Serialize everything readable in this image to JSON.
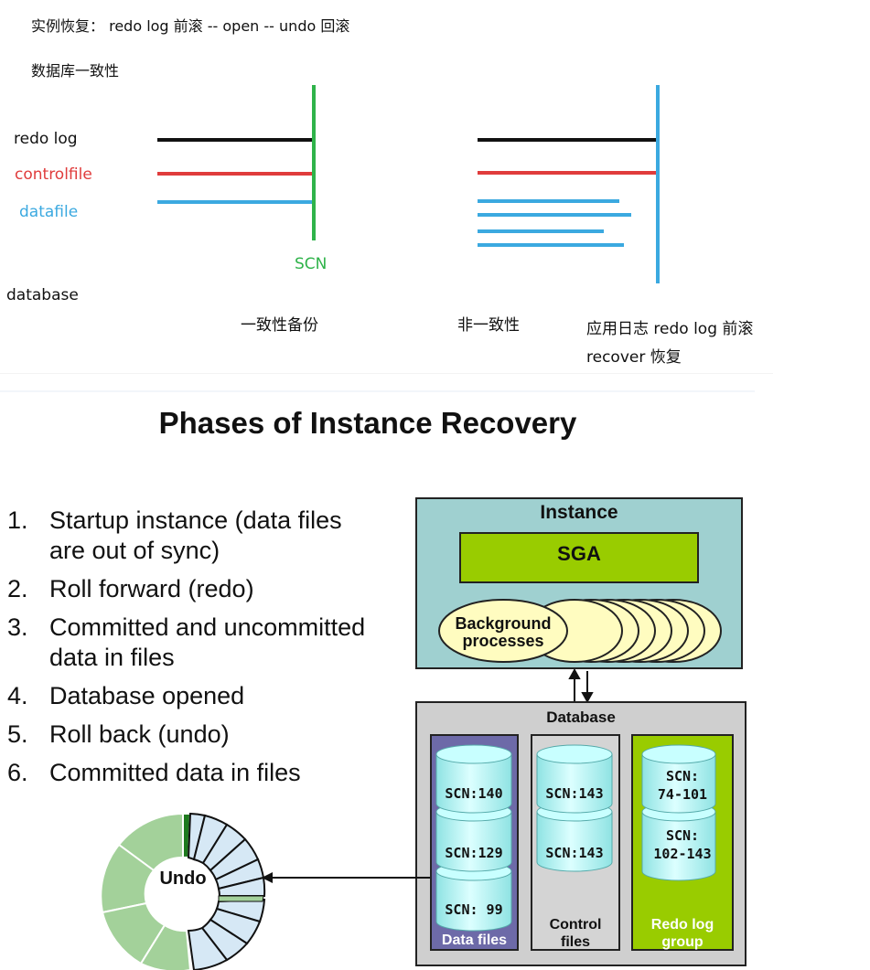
{
  "top": {
    "line1": "实例恢复：  redo log 前滚  --   open  --  undo 回滚",
    "line2": "数据库一致性",
    "labels": {
      "redo_log": "redo log",
      "controlfile": "controlfile",
      "datafile": "datafile",
      "database": "database",
      "scn": "SCN"
    },
    "captions": {
      "consistent_backup": "一致性备份",
      "inconsistent": "非一致性",
      "apply_log": "应用日志 redo log 前滚",
      "recover": "recover 恢复"
    },
    "colors": {
      "redo_log": "#111111",
      "controlfile": "#e03c3c",
      "datafile": "#3ba9e0",
      "scn": "#2fb34a",
      "apply_line": "#3ba9e0"
    }
  },
  "diagram": {
    "title": "Phases of Instance Recovery",
    "steps": [
      {
        "num": "1.",
        "text": "Startup instance (data files",
        "text2": "are out of sync)"
      },
      {
        "num": "2.",
        "text": "Roll forward (redo)"
      },
      {
        "num": "3.",
        "text": "Committed and uncommitted",
        "text2": "data in files"
      },
      {
        "num": "4.",
        "text": "Database opened"
      },
      {
        "num": "5.",
        "text": "Roll back (undo)"
      },
      {
        "num": "6.",
        "text": "Committed data in files"
      }
    ],
    "instance": {
      "label": "Instance",
      "sga": "SGA",
      "background_line1": "Background",
      "background_line2": "processes"
    },
    "database": {
      "label": "Database",
      "data_files": {
        "label": "Data files",
        "scn": [
          "SCN:140",
          "SCN:129",
          "SCN: 99"
        ]
      },
      "control_files": {
        "label1": "Control",
        "label2": "files",
        "scn": [
          "SCN:143",
          "SCN:143"
        ]
      },
      "redo_log_group": {
        "label1": "Redo log",
        "label2": "group",
        "scn": [
          [
            "SCN:",
            "74-101"
          ],
          [
            "SCN:",
            "102-143"
          ]
        ]
      }
    },
    "undo_label": "Undo",
    "colors": {
      "instance_bg": "#9fd0d0",
      "sga": "#99cc00",
      "data_files_bg": "#6d6aa8",
      "redo_bg": "#99cc00",
      "cylinder": "#a8f0f0",
      "undo_green": "#a3d19a",
      "undo_blue": "#d6e8f5"
    }
  }
}
